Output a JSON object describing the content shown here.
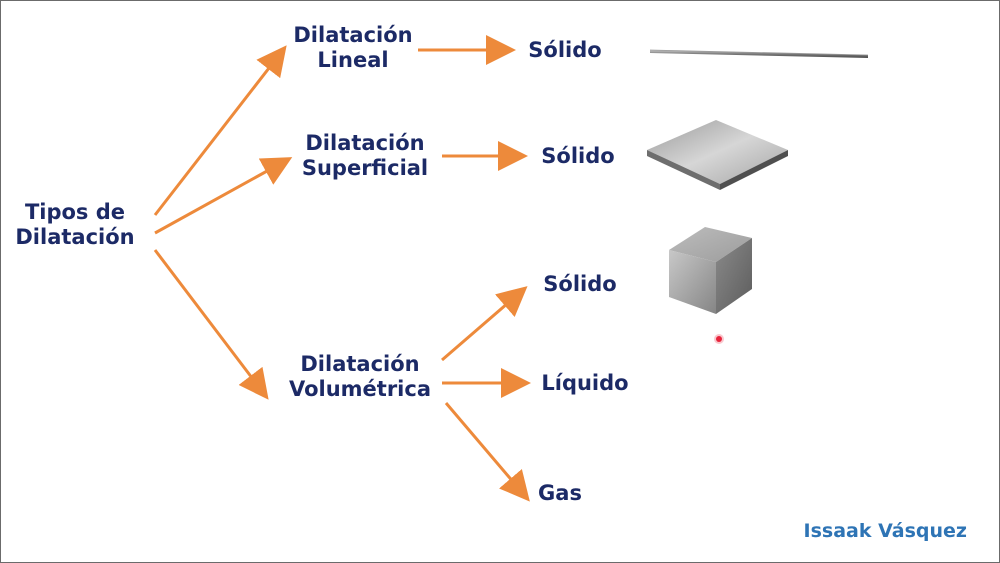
{
  "diagram": {
    "root": {
      "line1": "Tipos de",
      "line2": "Dilatación"
    },
    "branches": [
      {
        "line1": "Dilatación",
        "line2": "Lineal",
        "states": [
          "Sólido"
        ],
        "shape_icon": "thin-rod-icon"
      },
      {
        "line1": "Dilatación",
        "line2": "Superficial",
        "states": [
          "Sólido"
        ],
        "shape_icon": "metal-plate-icon"
      },
      {
        "line1": "Dilatación",
        "line2": "Volumétrica",
        "states": [
          "Sólido",
          "Líquido",
          "Gas"
        ],
        "shape_icon": "metal-cube-icon"
      }
    ]
  },
  "author": "Issaak Vásquez",
  "colors": {
    "arrow": "#ed8a3b",
    "label": "#1c2a66",
    "author": "#2e74b5"
  }
}
